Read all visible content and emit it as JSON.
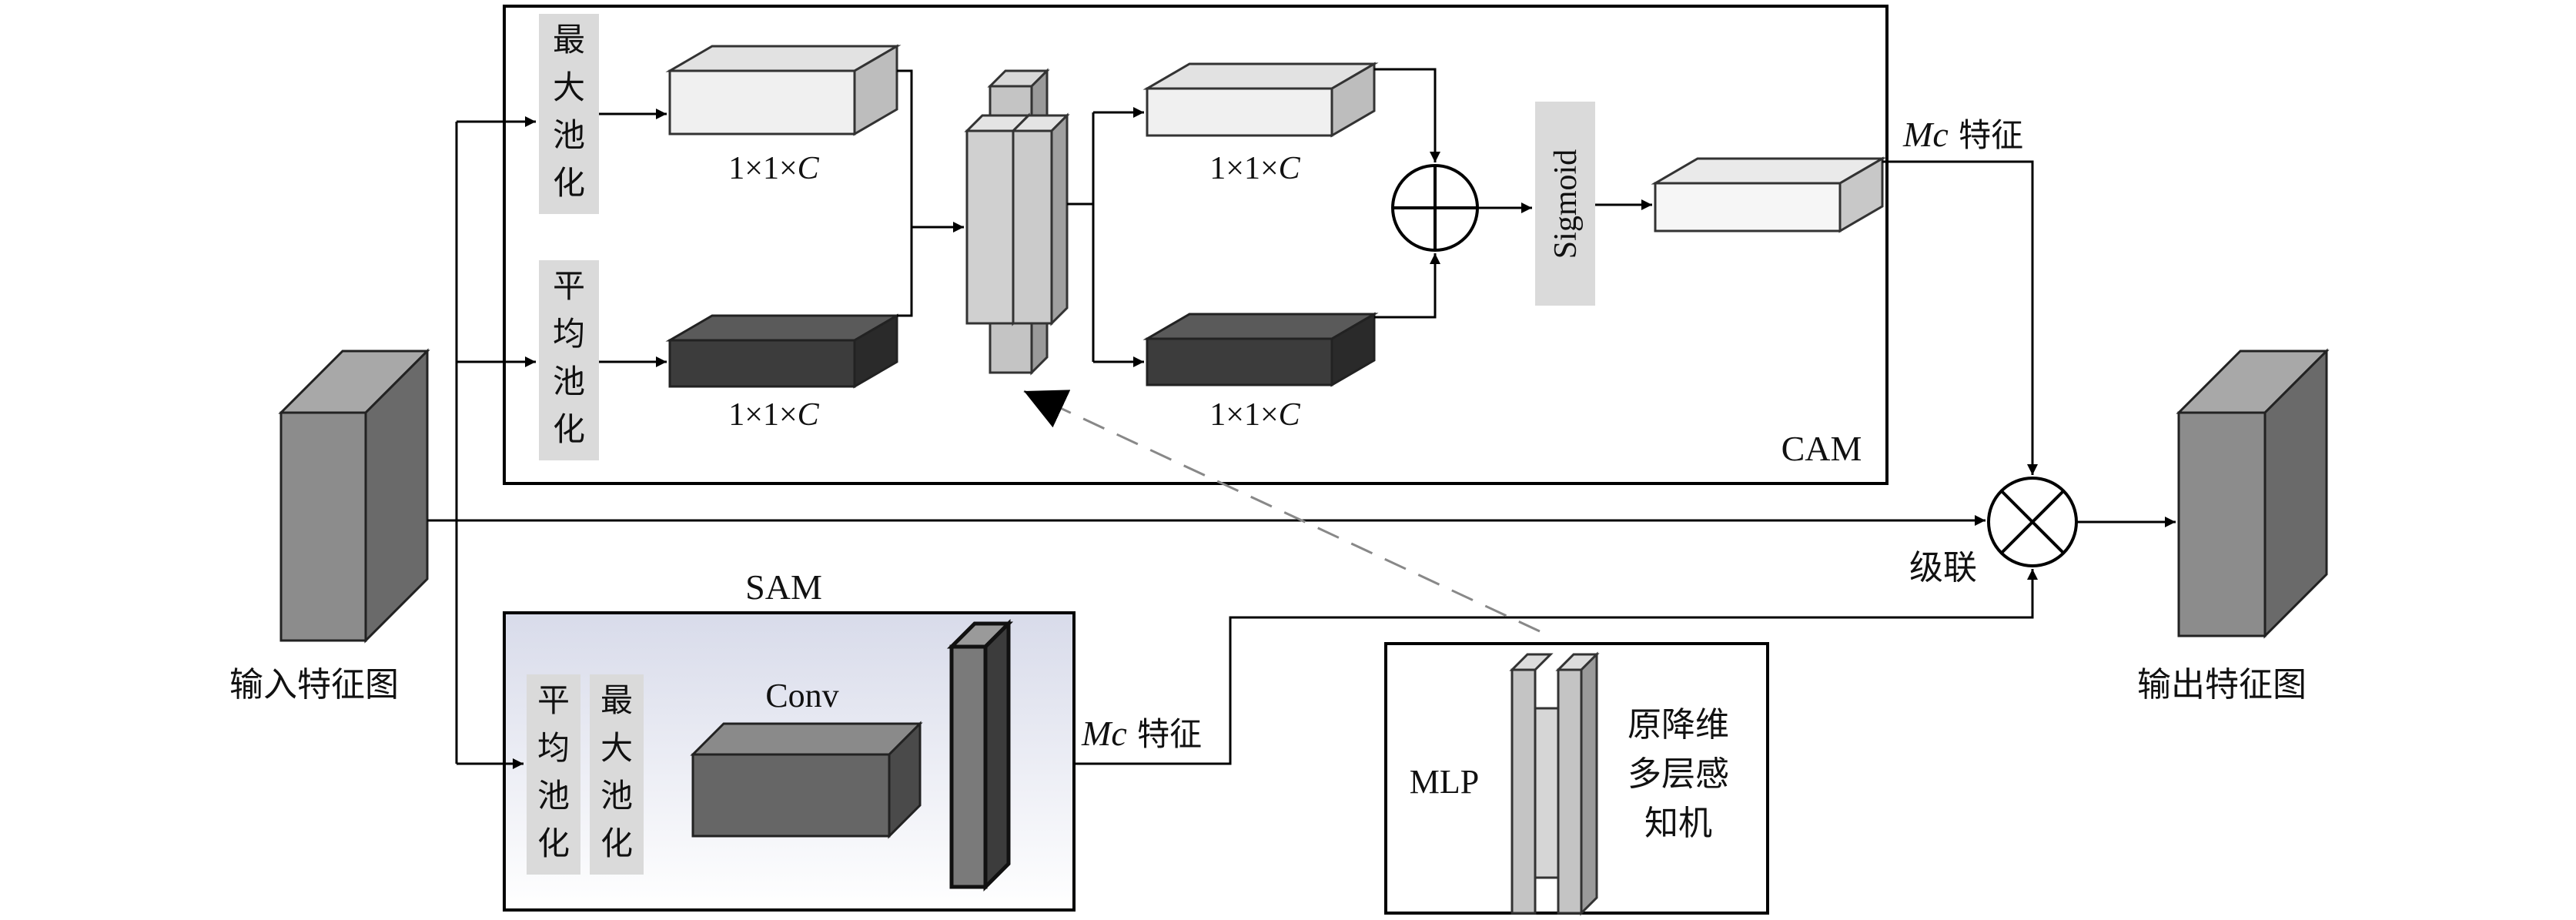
{
  "input_label": "输入特征图",
  "output_label": "输出特征图",
  "cam": {
    "label": "CAM",
    "max_pool": "最大池化",
    "avg_pool": "平均池化",
    "dim_prefix": "1×1×",
    "dim_c": "C",
    "sigmoid": "Sigmoid",
    "mc_italic": "Mc",
    "mc_feature": " 特征"
  },
  "sam": {
    "label": "SAM",
    "avg_pool": "平均池化",
    "max_pool": "最大池化",
    "conv": "Conv",
    "mc_italic": "Mc",
    "mc_feature": " 特征"
  },
  "concat_label": "级联",
  "mlp": {
    "label": "MLP",
    "desc": [
      "原降维",
      "多层感",
      "知机"
    ]
  },
  "colors": {
    "light_block": "#f0f0f0",
    "dark_block": "#3c3c3c",
    "gray_block": "#8c8c8c",
    "label_bg": "#dadada",
    "sam_bg_top": "#dfe1ee",
    "sam_bg_bottom": "#ffffff",
    "line": "#000000"
  }
}
